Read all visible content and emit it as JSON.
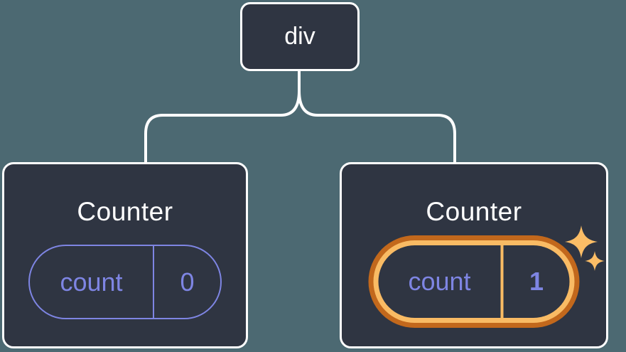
{
  "diagram": {
    "root": {
      "label": "div"
    },
    "children": [
      {
        "title": "Counter",
        "state_name": "count",
        "state_value": "0",
        "highlighted": false
      },
      {
        "title": "Counter",
        "state_name": "count",
        "state_value": "1",
        "highlighted": true
      }
    ]
  },
  "icons": {
    "sparkles": "four-point-stars"
  },
  "colors": {
    "background": "#4C6972",
    "box_fill": "#2F3542",
    "box_border": "#FFFFFF",
    "connector": "#FFFFFF",
    "text_primary": "#FFFFFF",
    "state_accent": "#7E85E3",
    "highlight_outer": "#C2681C",
    "highlight_inner": "#F9BB64",
    "sparkle": "#FBBD66"
  }
}
